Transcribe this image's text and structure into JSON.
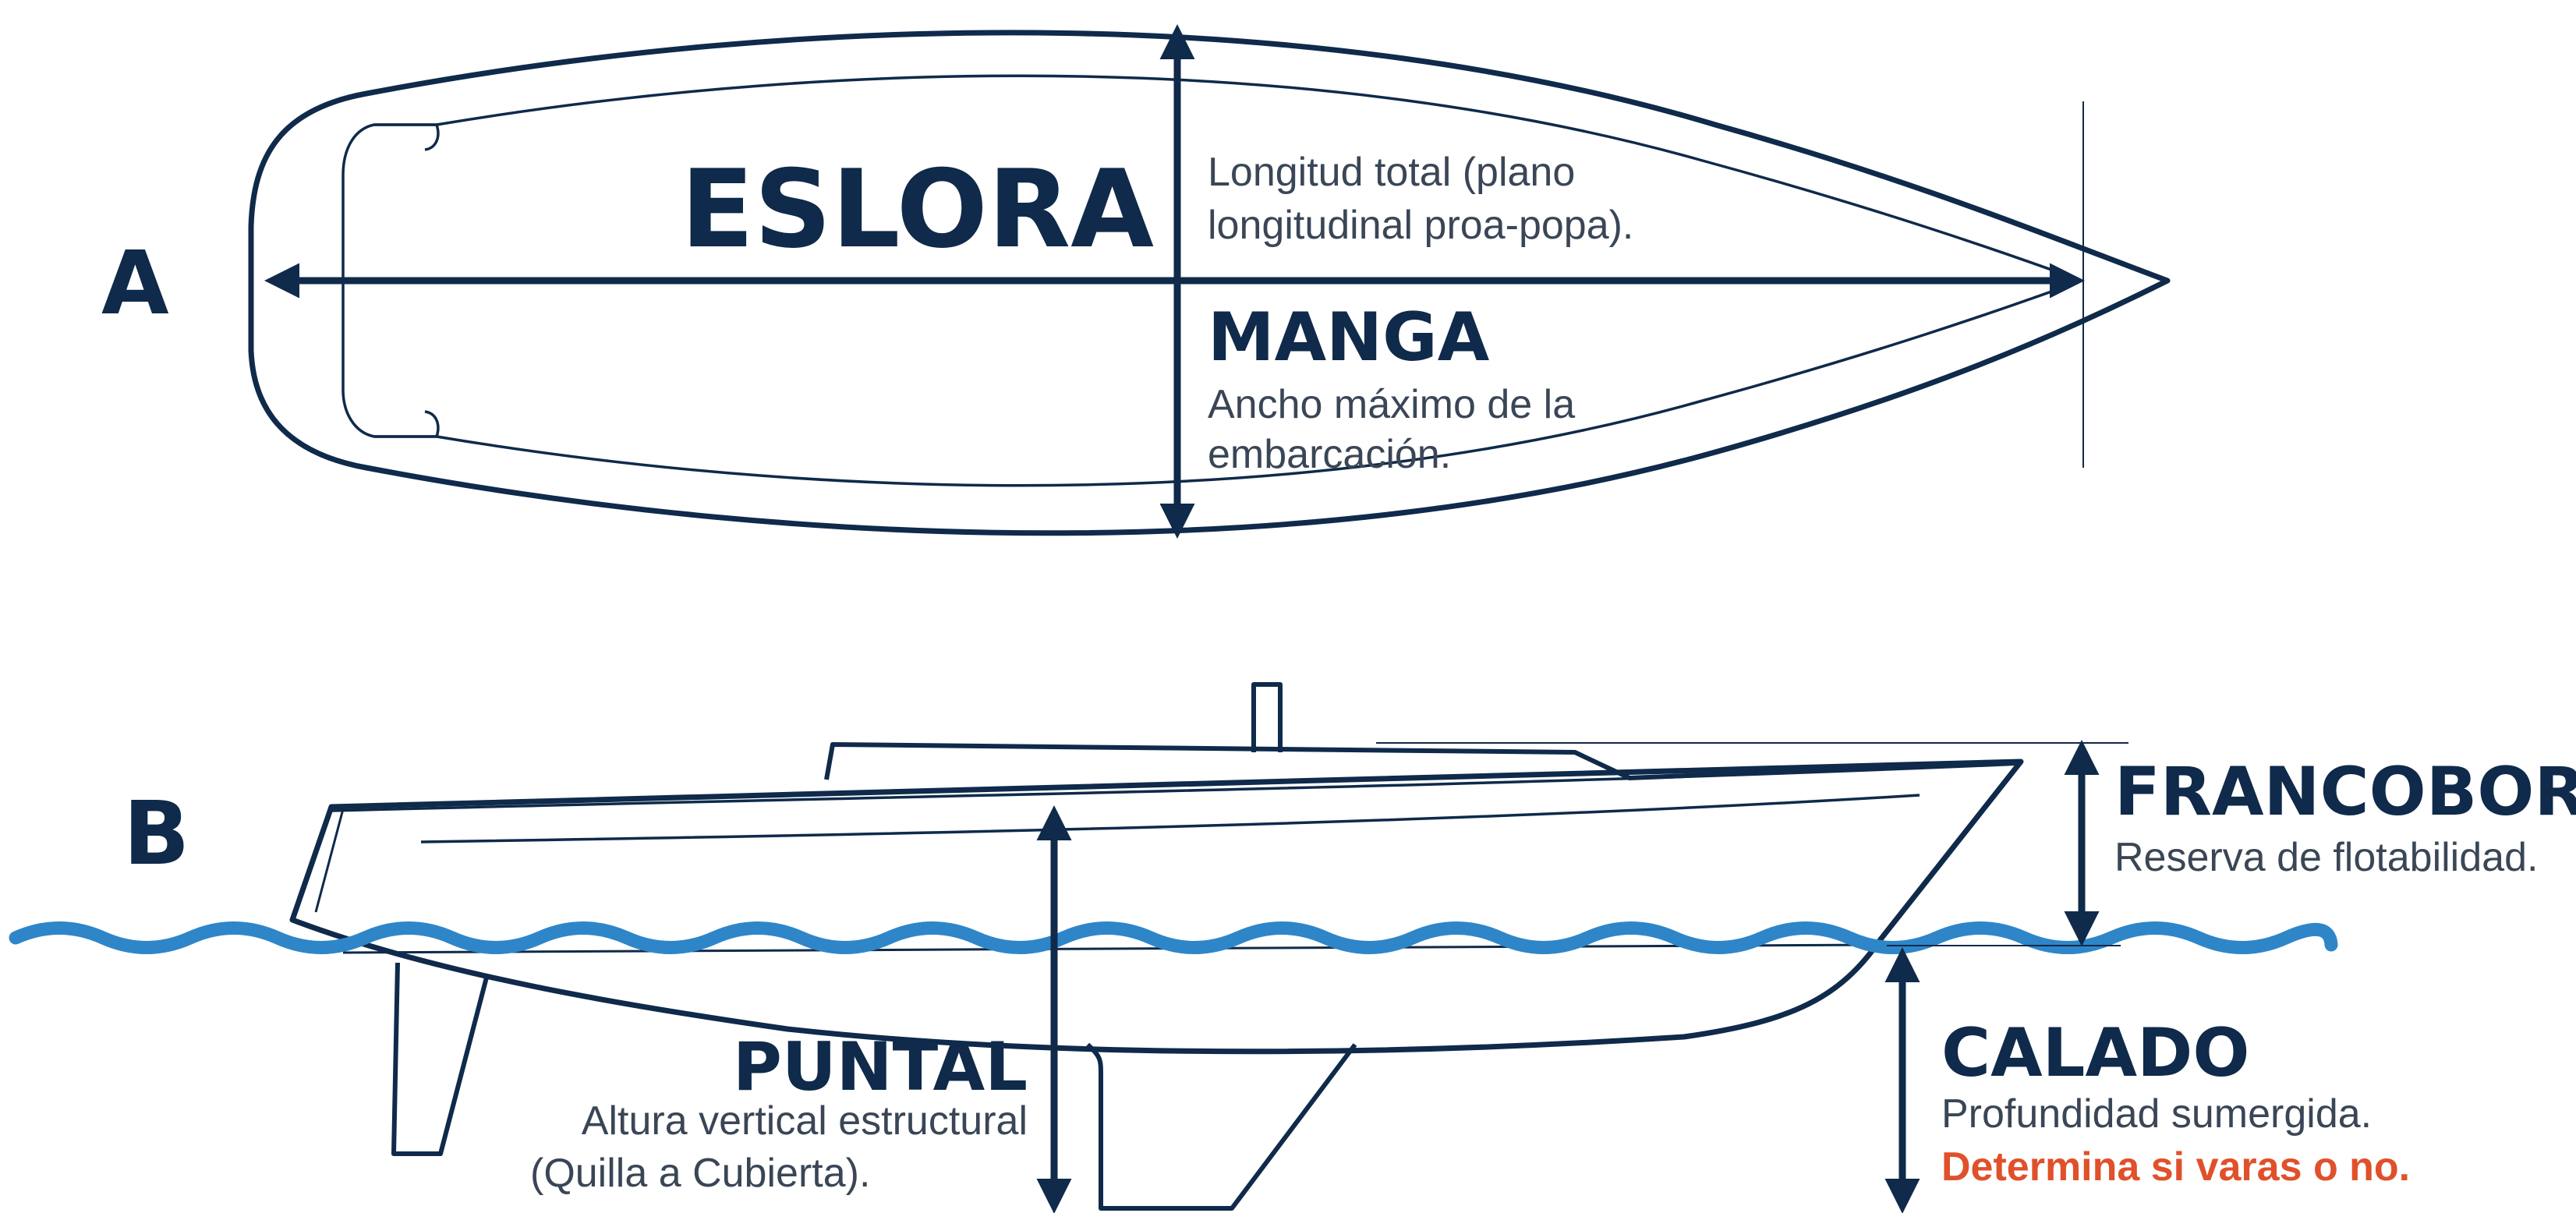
{
  "panels": {
    "a": "A",
    "b": "B"
  },
  "labels": {
    "eslora": {
      "title": "ESLORA",
      "desc_line1": "Longitud total (plano",
      "desc_line2": "longitudinal proa-popa)."
    },
    "manga": {
      "title": "MANGA",
      "desc_line1": "Ancho máximo de la",
      "desc_line2": "embarcación."
    },
    "francobordo": {
      "title": "FRANCOBORDO",
      "desc_line1": "Reserva de flotabilidad."
    },
    "puntal": {
      "title": "PUNTAL",
      "desc_line1": "Altura vertical estructural",
      "desc_line2": "(Quilla a Cubierta)."
    },
    "calado": {
      "title": "CALADO",
      "desc_line1": "Profundidad sumergida.",
      "desc_line2": "Determina si varas o no."
    }
  },
  "colors": {
    "navy": "#0f2a4a",
    "water": "#2e86c9",
    "warning": "#e0502a",
    "text_gray": "#3a4656"
  }
}
